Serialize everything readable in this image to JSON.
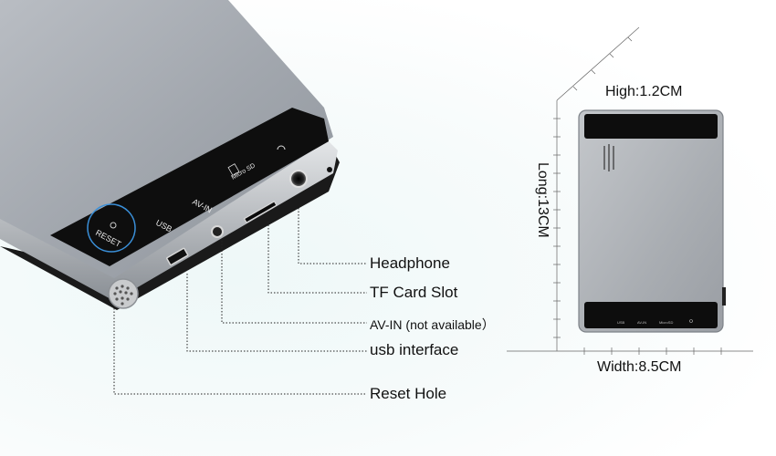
{
  "device_left": {
    "port_labels": {
      "reset": "RESET",
      "usb": "USB",
      "avin": "AV-IN",
      "microsd": "Micro SD"
    }
  },
  "callouts": {
    "headphone": "Headphone",
    "tf_card": "TF Card Slot",
    "av_in": "AV-IN (not available）",
    "usb": "usb interface",
    "reset": "Reset Hole"
  },
  "dimensions": {
    "high": "High:1.2CM",
    "long": "Long:13CM",
    "width": "Width:8.5CM"
  },
  "device_right": {
    "port_labels": {
      "usb": "USB",
      "avin": "AV-IN",
      "microsd": "MicroSD"
    }
  }
}
